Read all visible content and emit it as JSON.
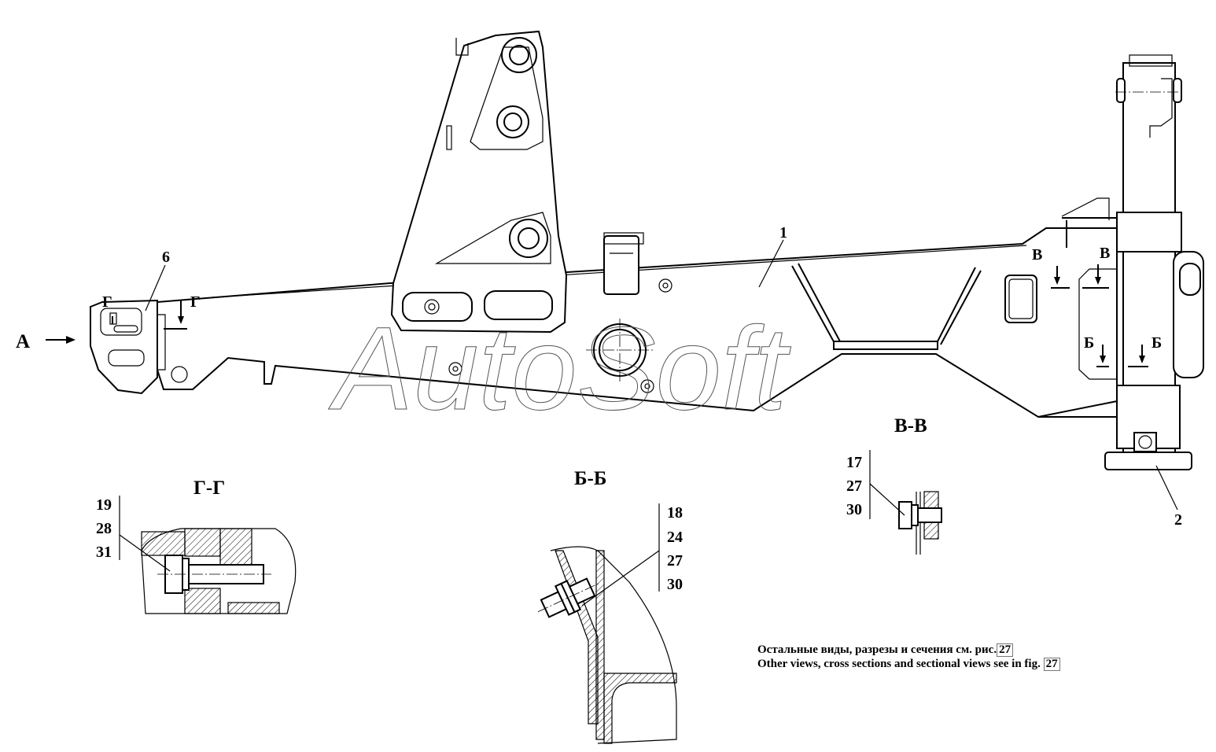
{
  "watermark": "AutoSoft",
  "view_labels": {
    "view_a": "А",
    "section_g_mark": "Г",
    "section_v_mark": "В",
    "section_b_mark": "Б"
  },
  "callouts": {
    "part_1": "1",
    "part_2": "2",
    "part_6": "6"
  },
  "sections": {
    "g_g": {
      "title": "Г-Г",
      "items": [
        "19",
        "28",
        "31"
      ]
    },
    "b_b": {
      "title": "Б-Б",
      "items": [
        "18",
        "24",
        "27",
        "30"
      ]
    },
    "v_v": {
      "title": "В-В",
      "items": [
        "17",
        "27",
        "30"
      ]
    }
  },
  "notes": {
    "ru_text": "Остальные виды, разрезы и сечения см. рис.",
    "ru_ref": "27",
    "en_text": "Other views, cross sections and sectional views see in fig.",
    "en_ref": "27"
  }
}
